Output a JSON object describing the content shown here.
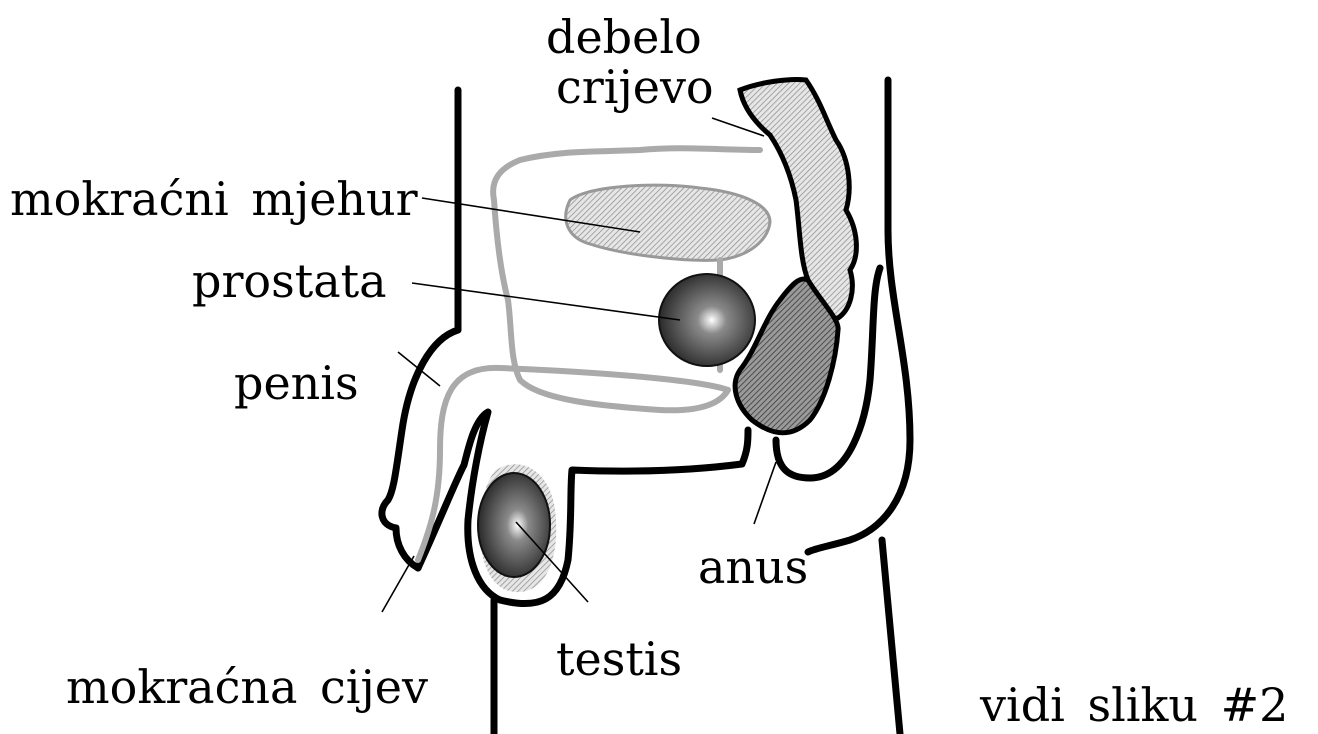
{
  "labels": {
    "colon_line1": "debelo",
    "colon_line2": "crijevo",
    "bladder": "mokraćni mjehur",
    "prostate": "prostata",
    "penis": "penis",
    "anus": "anus",
    "testis": "testis",
    "urethra": "mokraćna cijev",
    "see_figure": "vidi sliku #2"
  },
  "colors": {
    "outline": "#000000",
    "background": "#ffffff",
    "colon_light": "#d8d8d8",
    "colon_dark": "#6a6a6a",
    "bladder_fill": "#c8c8c8",
    "urethra_gray": "#b0b0b0",
    "organ_dark": "#3a3a3a"
  }
}
